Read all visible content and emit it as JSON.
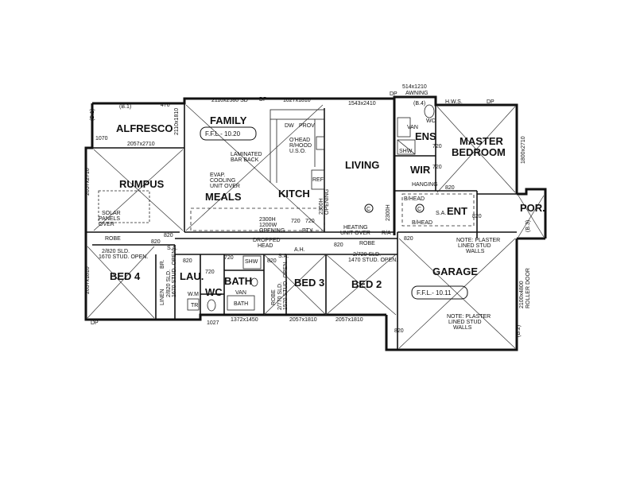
{
  "rooms": {
    "alfresco": "ALFRESCO",
    "family": "FAMILY",
    "meals": "MEALS",
    "kitch": "KITCH",
    "living": "LIVING",
    "ens": "ENS",
    "master_bedroom_1": "MASTER",
    "master_bedroom_2": "BEDROOM",
    "wir": "WIR",
    "rumpus": "RUMPUS",
    "ent": "ENT",
    "por": "POR.",
    "bed4": "BED 4",
    "lau": "LAU.",
    "bath": "BATH",
    "wc": "WC",
    "bed3": "BED 3",
    "bed2": "BED 2",
    "garage": "GARAGE"
  },
  "ffl": {
    "family": "F.F.L.- 10.20",
    "garage": "F.F.L.- 10.11"
  },
  "dimensions": {
    "top_door1": "2110x2580 SD",
    "top_win1": "1027x1810",
    "top_win2": "1543x2410",
    "awning_1": "514x1210",
    "awning_2": "AWNING",
    "alfresco_win": "2057x2710",
    "left_win1": "2057x2710",
    "left_win2": "2057x1810",
    "bottom_win1": "1027",
    "bottom_win2": "1372x1450",
    "bottom_win3": "2057x1810",
    "bottom_win4": "2057x1810",
    "master_win": "1800x2710",
    "garage_door_1": "2100x4800",
    "garage_door_2": "ROLLER DOOR",
    "family_win": "2110x1810",
    "v1070": "1070",
    "h470": "470"
  },
  "labels": {
    "dp": "DP",
    "hws": "H.W.S.",
    "dw": "DW",
    "prov": "PROV",
    "ohood_1": "O'HEAD",
    "ohood_2": "R/HOOD",
    "ohood_3": "U.S.O.",
    "laminated_1": "LAMINATED",
    "laminated_2": "BAR BACK",
    "evap_1": "EVAP.",
    "evap_2": "COOLING",
    "evap_3": "UNIT OVER",
    "ref": "REF",
    "solar_1": "SOLAR",
    "solar_2": "PANELS",
    "solar_3": "OVER",
    "robe": "ROBE",
    "robe2": "ROBE",
    "robe3": "ROBE",
    "opening_1": "2300H",
    "opening_2": "1200W",
    "opening_3": "OPENING",
    "dropped_head": "DROPPED",
    "dropped_head2": "HEAD",
    "pty": "PTY.",
    "ah": "A.H.",
    "sa": "S.A.",
    "heating_1": "HEATING",
    "heating_2": "UNIT OVER",
    "ra": "R/A",
    "bhead": "B/HEAD",
    "hanging": "HANGING",
    "van": "VAN",
    "wc_small": "WC",
    "shw": "SHW",
    "shw2": "SHW",
    "linen": "LINEN",
    "br": "BR.",
    "wm": "W.M",
    "tr": "TR",
    "bath_small": "BATH",
    "van2": "VAN",
    "sld_bed4_1": "2/820 SLD.",
    "sld_bed4_2": "1670 STUD. OPEN.",
    "sld_bed3_1": "2/770 SLD.",
    "sld_bed3_2": "1570 STUD. OPEN.",
    "sld_lau_1": "2/820 SLD.",
    "sld_lau_2": "1670 STUD. OPEN.",
    "sld_bed2_1": "2/720 SLD.",
    "sld_bed2_2": "1470 STUD. OPEN.",
    "note1_1": "NOTE: PLASTER",
    "note1_2": "LINED STUD",
    "note1_3": "WALLS",
    "note2_1": "NOTE: PLASTER",
    "note2_2": "LINED STUD",
    "note2_3": "WALLS",
    "d820": "820",
    "d720": "720",
    "d2300h": "2300H",
    "d2300h_opening": "OPENING",
    "b1": "(B.1)",
    "b2": "(B.2)",
    "b3": "(B.3)",
    "b4": "(B.4)",
    "c": "C"
  }
}
